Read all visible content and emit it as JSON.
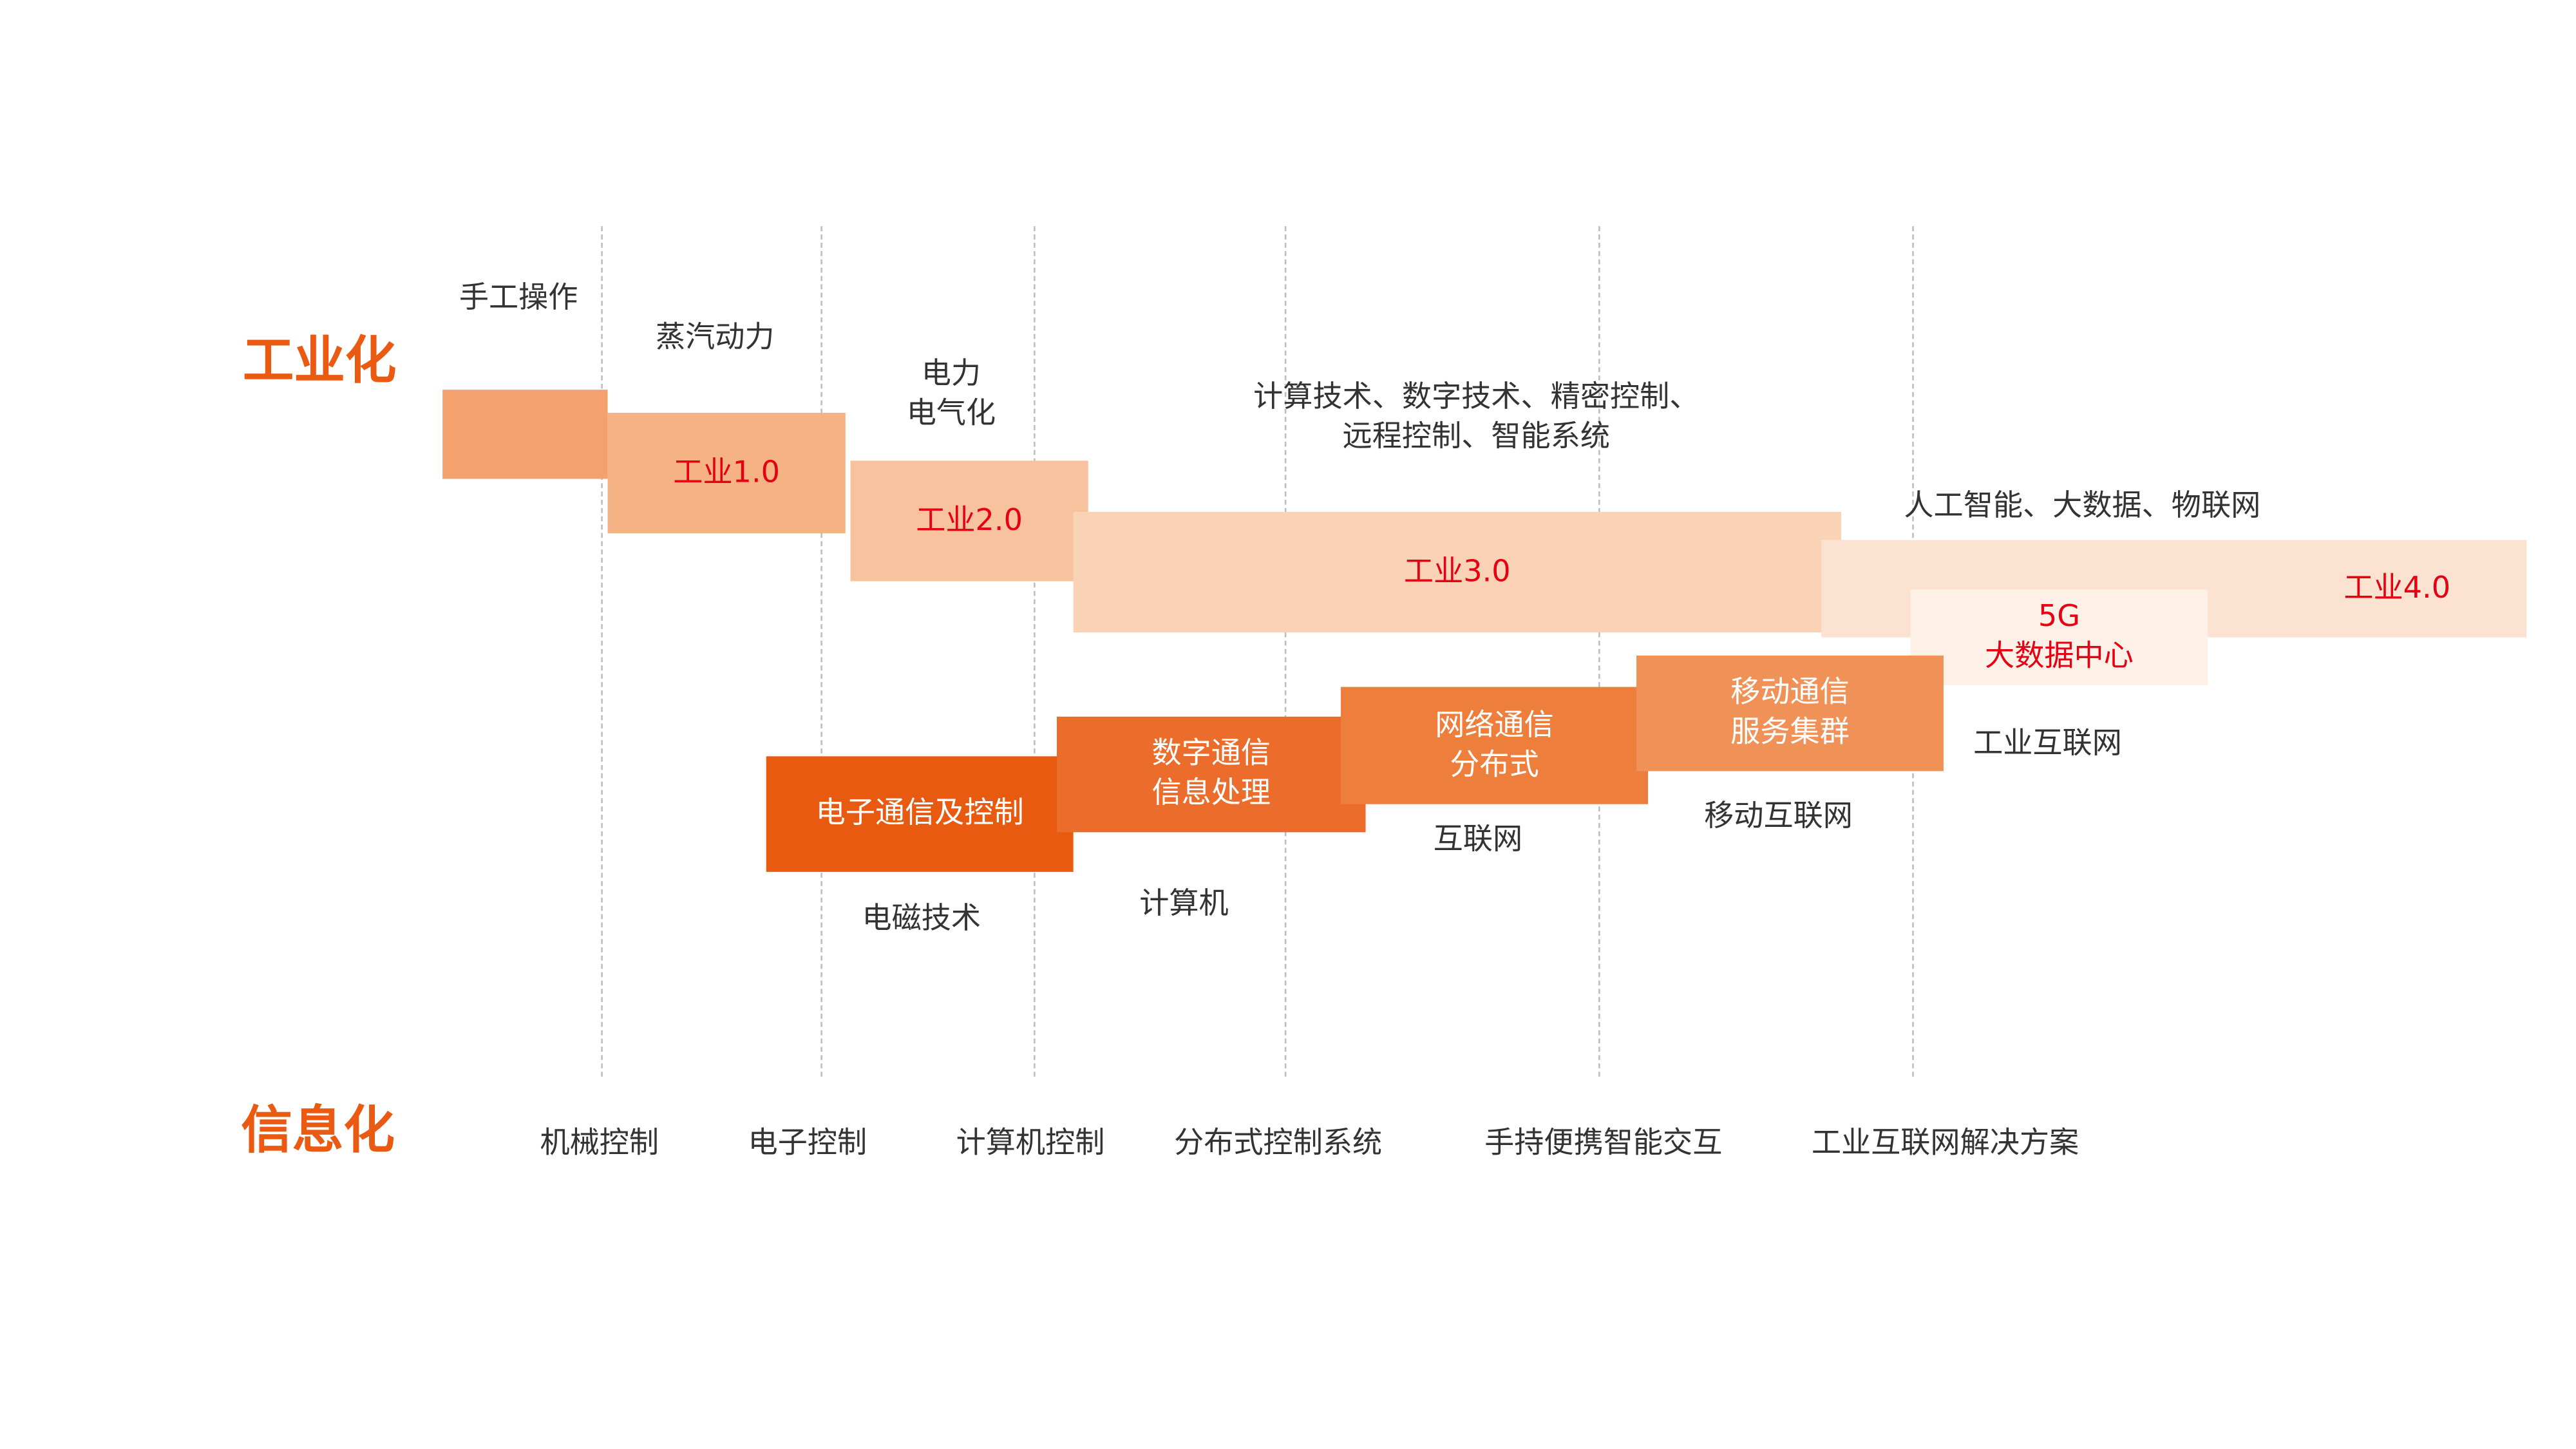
{
  "titles": {
    "industrialization": "工业化",
    "informatization": "信息化"
  },
  "colors": {
    "accent": "#EA5A12",
    "label_red": "#E60012",
    "text": "#333333"
  },
  "industry_blocks": [
    {
      "label": "",
      "color": "#F3A26D"
    },
    {
      "label": "工业1.0",
      "color": "#F5B385"
    },
    {
      "label": "工业2.0",
      "color": "#F8C29E"
    },
    {
      "label": "工业3.0",
      "color": "#FAD3B6"
    },
    {
      "label": "工业4.0",
      "color": "#FCE2D0"
    },
    {
      "label_line1": "5G",
      "label_line2": "大数据中心",
      "color": "#FDF0E6"
    }
  ],
  "info_blocks": [
    {
      "label": "电子通信及控制",
      "color": "#E95A11"
    },
    {
      "label_line1": "数字通信",
      "label_line2": "信息处理",
      "color": "#EC6D2B"
    },
    {
      "label_line1": "网络通信",
      "label_line2": "分布式",
      "color": "#EE7E3C"
    },
    {
      "label_line1": "移动通信",
      "label_line2": "服务集群",
      "color": "#F09257"
    }
  ],
  "industry_labels": {
    "manual": "手工操作",
    "steam": "蒸汽动力",
    "electric_line1": "电力",
    "electric_line2": "电气化",
    "digital_line1": "计算技术、数字技术、精密控制、",
    "digital_line2": "远程控制、智能系统",
    "ai": "人工智能、大数据、物联网"
  },
  "info_labels": {
    "electromagnetic": "电磁技术",
    "computer": "计算机",
    "internet": "互联网",
    "mobile_internet": "移动互联网",
    "industrial_internet": "工业互联网"
  },
  "stages": [
    "机械控制",
    "电子控制",
    "计算机控制",
    "分布式控制系统",
    "手持便携智能交互",
    "工业互联网解决方案"
  ]
}
